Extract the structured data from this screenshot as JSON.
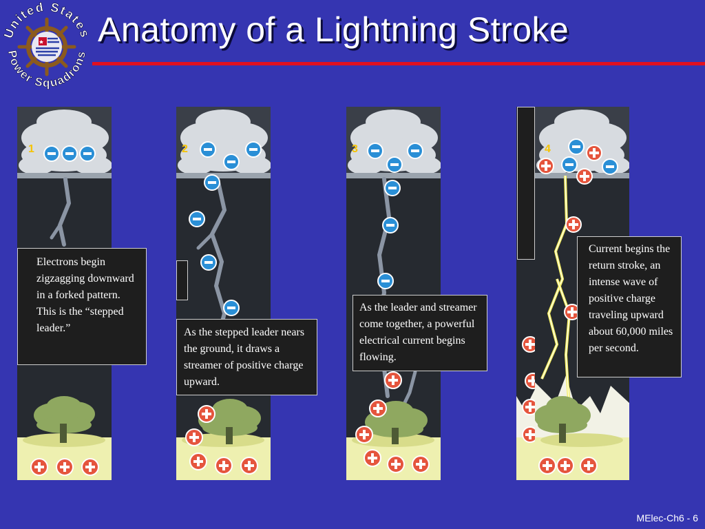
{
  "logo": {
    "top_text": "United States",
    "bottom_text": "Power Squadrons"
  },
  "title": "Anatomy of a Lightning Stroke",
  "panels": [
    {
      "number": "1",
      "caption": "Electrons begin zigzagging downward in a forked pattern. This is the “stepped leader.”"
    },
    {
      "number": "2",
      "caption": "As the stepped leader nears the ground, it draws a streamer of positive charge upward."
    },
    {
      "number": "3",
      "caption": "As the leader and streamer come together, a powerful electrical current begins flowing."
    },
    {
      "number": "4",
      "caption": "Current begins the return stroke, an intense wave of positive charge traveling upward about 60,000 miles per second."
    }
  ],
  "footer": "MElec-Ch6 - 6",
  "colors": {
    "background": "#3535b1",
    "rule": "#e01020",
    "negative": "#2a8fd6",
    "positive": "#e5553d",
    "ground": "#eef0b0"
  }
}
